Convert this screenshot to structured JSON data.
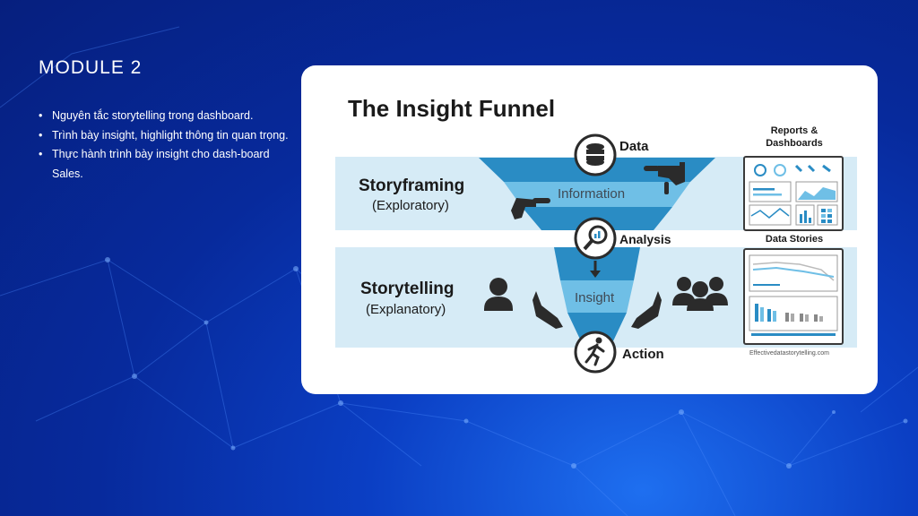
{
  "slide": {
    "title": "MODULE 2",
    "bullets": [
      "Nguyên tắc storytelling trong dashboard.",
      "Trình bày insight, highlight thông tin quan trọng.",
      "Thực hành trình bày insight cho dash-board Sales."
    ]
  },
  "figure": {
    "heading": "The Insight Funnel",
    "stages": {
      "data": "Data",
      "information": "Information",
      "analysis": "Analysis",
      "insight": "Insight",
      "action": "Action"
    },
    "bands": {
      "top": {
        "title": "Storyframing",
        "subtitle": "(Exploratory)"
      },
      "bottom": {
        "title": "Storytelling",
        "subtitle": "(Explanatory)"
      }
    },
    "right_labels": {
      "reports": "Reports & Dashboards",
      "stories": "Data Stories"
    },
    "credit": "Effectivedatastorytelling.com",
    "colors": {
      "band": "#d6ebf6",
      "funnel_dark": "#2a8cc4",
      "funnel_light": "#6fbfe6",
      "icon_dark": "#2b2b2b"
    }
  }
}
